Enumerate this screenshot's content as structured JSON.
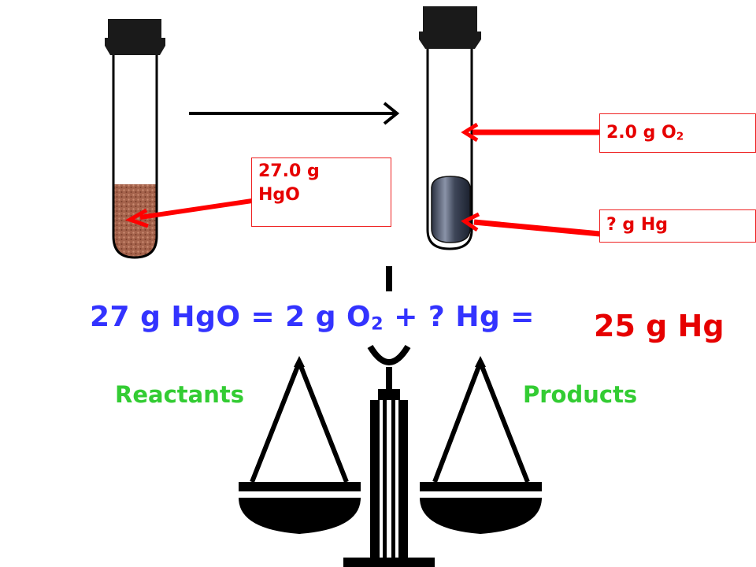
{
  "labels": {
    "hgo_mass": "27.0 g",
    "hgo_formula": "HgO",
    "o2_text": "2.0 g O",
    "o2_sub": "2",
    "hg_text": "? g Hg"
  },
  "equation": {
    "part1": "27 g HgO = 2 g O",
    "sub": "2",
    "part2": " + ? Hg =",
    "answer": "25 g Hg"
  },
  "balance": {
    "left": "Reactants",
    "right": "Products"
  },
  "colors": {
    "equation": "#3333ff",
    "label": "#e60000",
    "arrow": "#ff0000",
    "side_labels": "#33cc33",
    "hgo_powder": "#a0604a",
    "mercury": "#556070"
  }
}
